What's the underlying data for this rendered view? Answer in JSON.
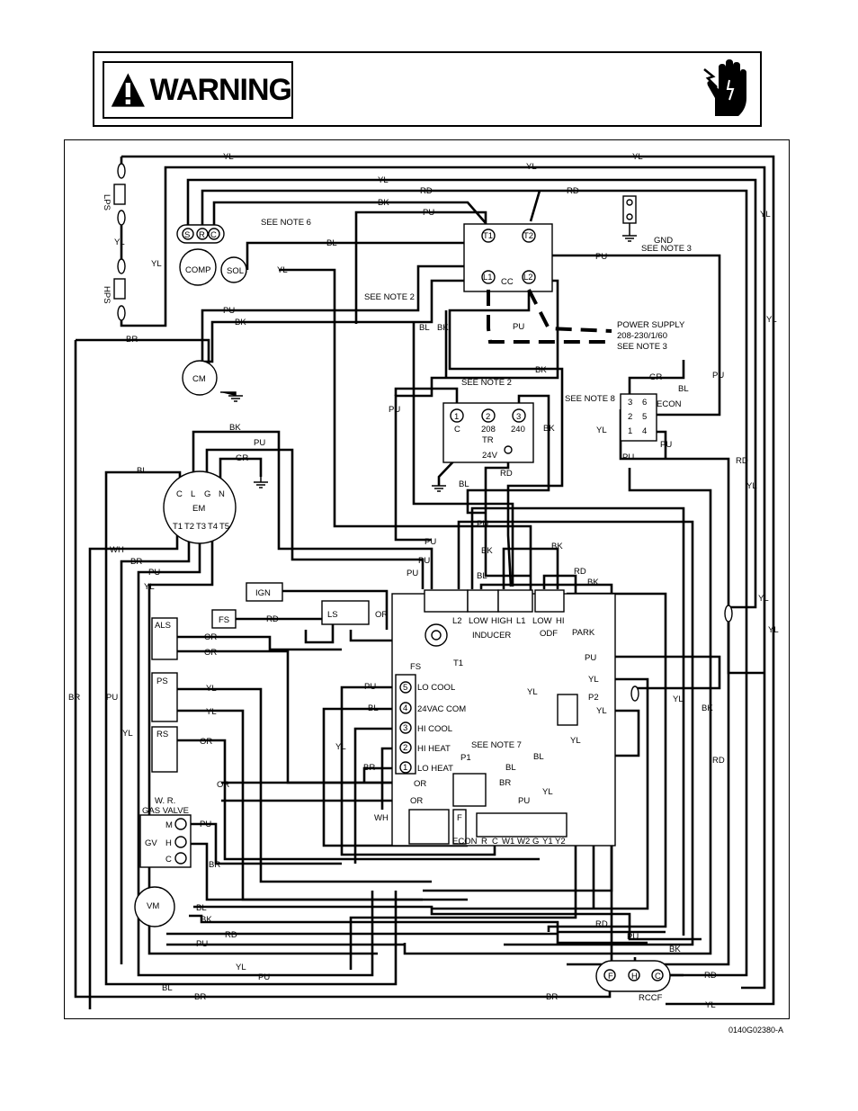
{
  "warning": {
    "label": "WARNING",
    "icon": "electrical-hazard-hand-icon"
  },
  "drawing_number": "0140G02380-A",
  "colors": {
    "line": "#000000",
    "background": "#ffffff"
  },
  "components": {
    "lps": "LPS",
    "hps": "HPS",
    "comp": "COMP",
    "sol": "SOL",
    "cm": "CM",
    "em": "EM",
    "cc": "CC",
    "tr": "TR",
    "econ": "ECON",
    "ign": "IGN",
    "fs": "FS",
    "ls": "LS",
    "als": "ALS",
    "ps": "PS",
    "rs": "RS",
    "gv": "GV",
    "vm": "VM",
    "rccf": "RCCF",
    "t1": "T1",
    "p1": "P1",
    "p2": "P2",
    "gas_valve": [
      "W. R.",
      "GAS VALVE"
    ],
    "comp_terminals": [
      "S",
      "R",
      "C"
    ],
    "em_terminals_top": [
      "C",
      "L",
      "G",
      "N"
    ],
    "em_terminals_bottom": [
      "T1",
      "T2",
      "T3",
      "T4",
      "T5"
    ],
    "cc_terminals": [
      "T1",
      "T2",
      "L1",
      "L2"
    ],
    "tr_terminals": [
      "1",
      "2",
      "3",
      "C"
    ],
    "tr_labels": [
      "208",
      "240",
      "24V"
    ],
    "econ_pins": [
      "3",
      "6",
      "2",
      "5",
      "1",
      "4"
    ],
    "gv_terminals": [
      "M",
      "H",
      "C"
    ],
    "rccf_terminals": [
      "F",
      "H",
      "C"
    ],
    "board_inputs": [
      "LO COOL",
      "24VAC COM",
      "HI COOL",
      "HI HEAT",
      "LO HEAT"
    ],
    "board_input_nums": [
      "5",
      "4",
      "3",
      "2",
      "1"
    ],
    "board_connectors": [
      "L2",
      "LOW",
      "HIGH",
      "L1",
      "LOW",
      "HI",
      "INDUCER",
      "ODF",
      "PARK"
    ],
    "terminal_strip": [
      "ECON",
      "R",
      "C",
      "W1",
      "W2",
      "G",
      "Y1",
      "Y2"
    ],
    "board_side_labels": [
      "F"
    ]
  },
  "notes": {
    "note6": "SEE NOTE 6",
    "note2a": "SEE NOTE 2",
    "note2b": "SEE NOTE 2",
    "note8": "SEE NOTE 8",
    "note7": "SEE NOTE 7",
    "gnd": "GND",
    "note3a": "SEE NOTE 3",
    "power_supply": "POWER SUPPLY",
    "power_rating": "208-230/1/60",
    "note3b": "SEE NOTE 3"
  },
  "wire_colors": {
    "yl": "YL",
    "rd": "RD",
    "bk": "BK",
    "pu": "PU",
    "bl": "BL",
    "br": "BR",
    "gr": "GR",
    "wh": "WH",
    "or": "OR"
  }
}
